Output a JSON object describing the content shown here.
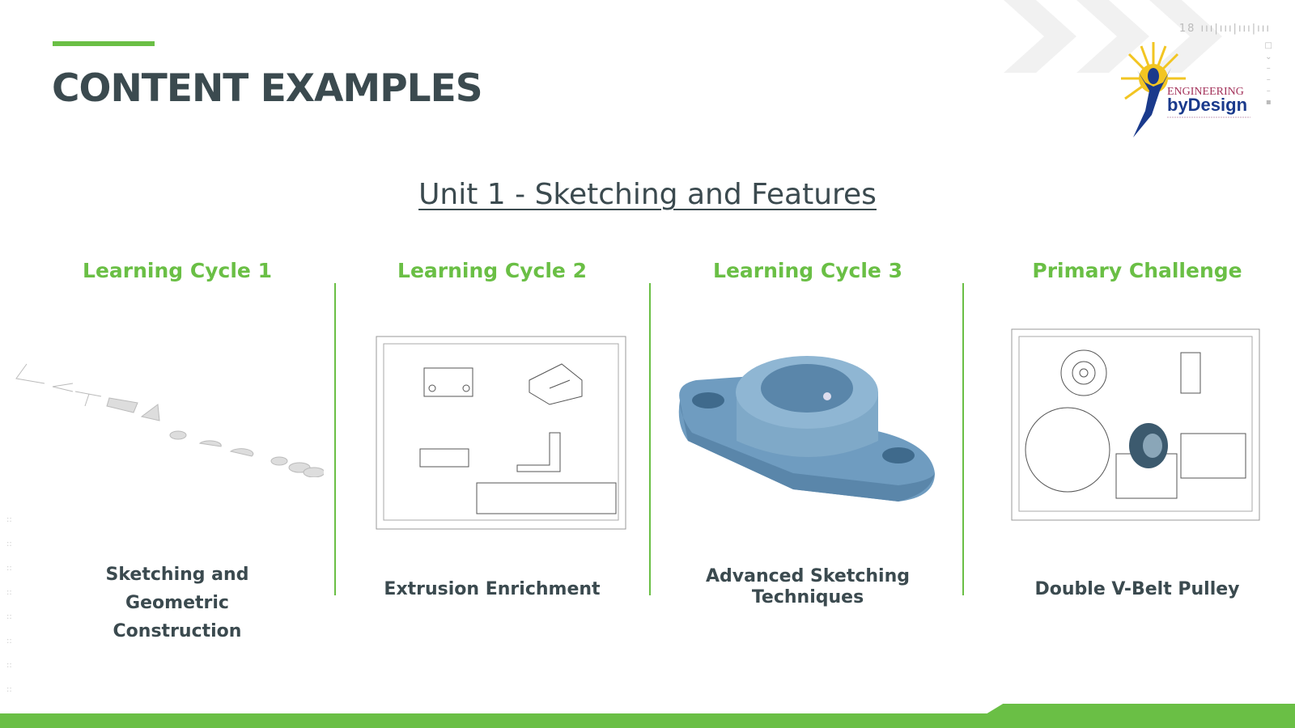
{
  "slide": {
    "title": "CONTENT EXAMPLES",
    "subtitle": "Unit 1 - Sketching and Features",
    "ruler_number": "18",
    "logo_text": "Engineering byDesign",
    "columns": [
      {
        "header": "Learning Cycle 1",
        "caption_lines": [
          "Sketching and",
          "Geometric",
          "Construction"
        ]
      },
      {
        "header": "Learning Cycle 2",
        "caption": "Extrusion Enrichment"
      },
      {
        "header": "Learning Cycle 3",
        "caption_lines": [
          "Advanced Sketching",
          "Techniques"
        ]
      },
      {
        "header": "Primary Challenge",
        "caption": "Double V-Belt Pulley"
      }
    ],
    "colors": {
      "accent": "#6abf45",
      "text": "#3b4a4f",
      "model": "#7fa9c8"
    }
  }
}
